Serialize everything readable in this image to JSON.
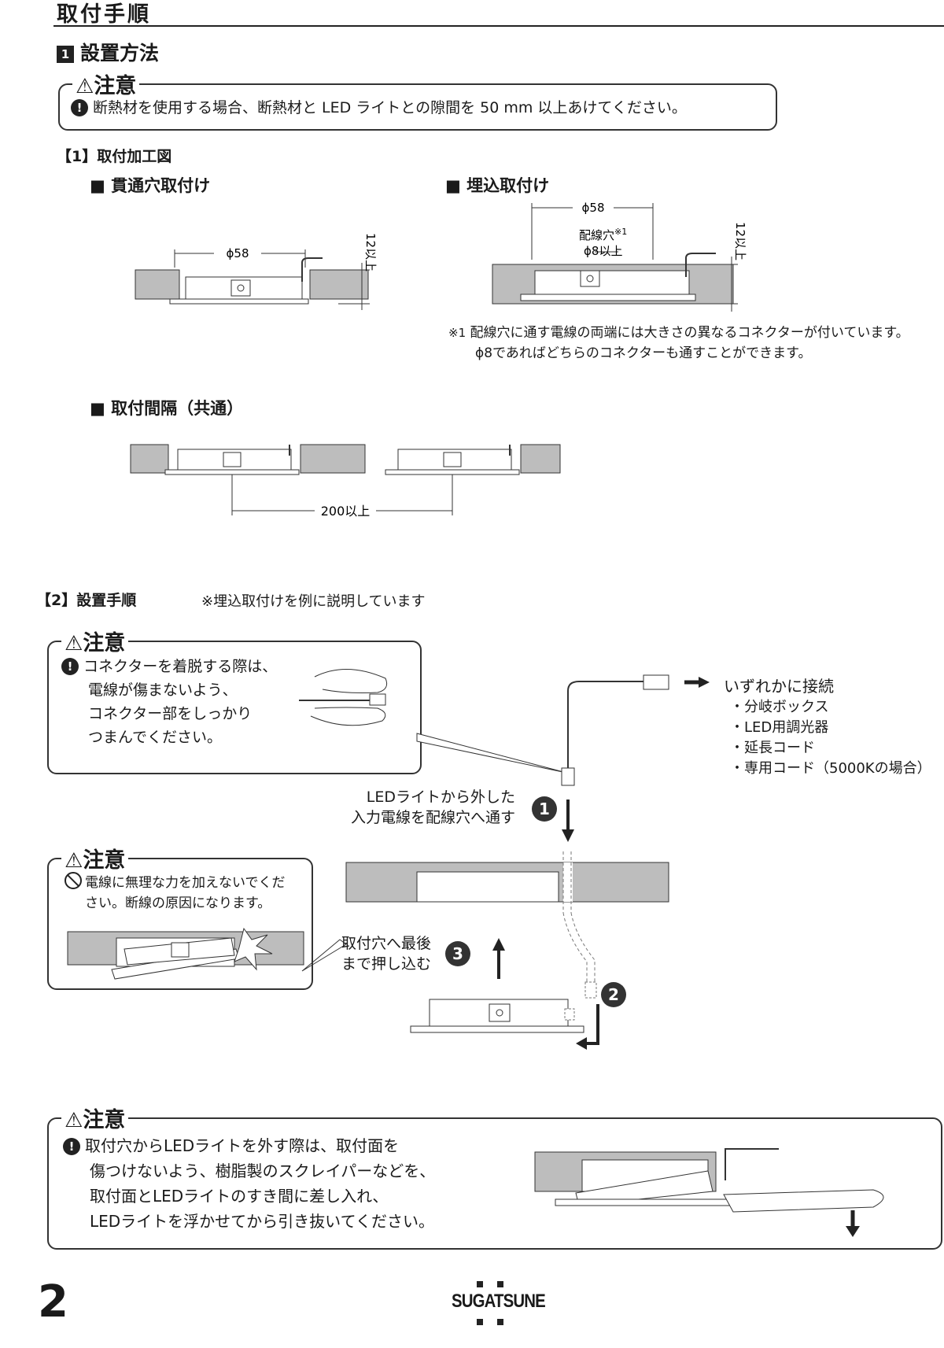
{
  "page": {
    "title": "取付手順",
    "number": "2",
    "brand": "SUGATSUNE"
  },
  "section1": {
    "marker": "1",
    "title": "設置方法",
    "caution_label": "注意",
    "caution_text": "断熱材を使用する場合、断熱材と LED ライトとの隙間を 50 mm 以上あけてください。"
  },
  "processing": {
    "heading": "【1】取付加工図",
    "through": {
      "title": "■ 貫通穴取付け",
      "dia": "ϕ58",
      "height": "12以上"
    },
    "embedded": {
      "title": "■ 埋込取付け",
      "dia": "ϕ58",
      "hole_label": "配線穴",
      "hole_ref": "※1",
      "hole_dia": "ϕ8以上",
      "height": "12以上"
    },
    "footnote_mark": "※1",
    "footnote_line1": "配線穴に通す電線の両端には大きさの異なるコネクターが付いています。",
    "footnote_line2": "ϕ8であればどちらのコネクターも通すことができます。",
    "spacing": {
      "title": "■ 取付間隔（共通）",
      "dim": "200以上"
    }
  },
  "procedure": {
    "heading": "【2】設置手順",
    "note": "※埋込取付けを例に説明しています",
    "caution1": {
      "label": "注意",
      "lines": [
        "コネクターを着脱する際は、",
        "電線が傷まないよう、",
        "コネクター部をしっかり",
        "つまんでください。"
      ]
    },
    "connect": {
      "title": "いずれかに接続",
      "items": [
        "・分岐ボックス",
        "・LED用調光器",
        "・延長コード",
        "・専用コード（5000Kの場合）"
      ]
    },
    "step1": {
      "num": "1",
      "lines": [
        "LEDライトから外した",
        "入力電線を配線穴へ通す"
      ]
    },
    "step2": {
      "num": "2"
    },
    "step3": {
      "num": "3",
      "lines": [
        "取付穴へ最後",
        "まで押し込む"
      ]
    },
    "caution2": {
      "label": "注意",
      "lines": [
        "電線に無理な力を加えないでくだ",
        "さい。断線の原因になります。"
      ]
    }
  },
  "bottom_caution": {
    "label": "注意",
    "lines": [
      "取付穴からLEDライトを外す際は、取付面を",
      "傷つけないよう、樹脂製のスクレイパーなどを、",
      "取付面とLEDライトのすき間に差し入れ、",
      "LEDライトを浮かせてから引き抜いてください。"
    ]
  }
}
